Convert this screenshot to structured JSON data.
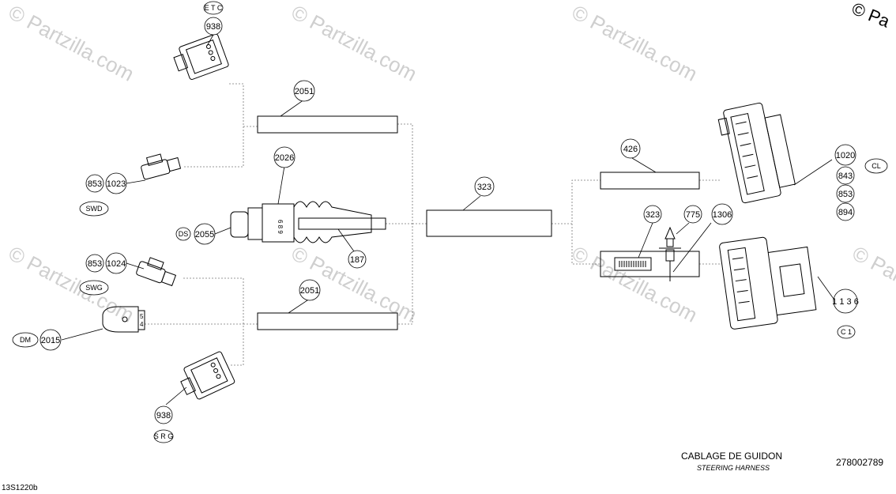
{
  "diagram": {
    "title": "CABLAGE DE GUIDON",
    "subtitle": "STEERING HARNESS",
    "part_number": "278002789",
    "figure_ref": "13S1220b",
    "watermark": "© Partzilla.com",
    "corner_mark": "© Pa"
  },
  "callouts": {
    "c938_top": "938",
    "c2051_top": "2051",
    "c853_a": "853",
    "c1023": "1023",
    "c2026": "2026",
    "c2055": "2055",
    "c187": "187",
    "c853_b": "853",
    "c1024": "1024",
    "c2051_bot": "2051",
    "c2015": "2015",
    "c938_bot": "938",
    "c323_mid": "323",
    "c426": "426",
    "c323_r": "323",
    "c775": "775",
    "c1306": "1306",
    "c1020": "1020",
    "c843": "843",
    "c853_r": "853",
    "c894": "894",
    "c1136": "1 1 3 6"
  },
  "labels": {
    "etc": "E T C",
    "swd": "SWD",
    "ds": "DS",
    "swg": "SWG",
    "dm": "DM",
    "srg": "S R G",
    "cl": "CL",
    "c1": "C 1",
    "boot_digits": "6 8 9",
    "key_digits_1": "5",
    "key_digits_2": "4"
  }
}
